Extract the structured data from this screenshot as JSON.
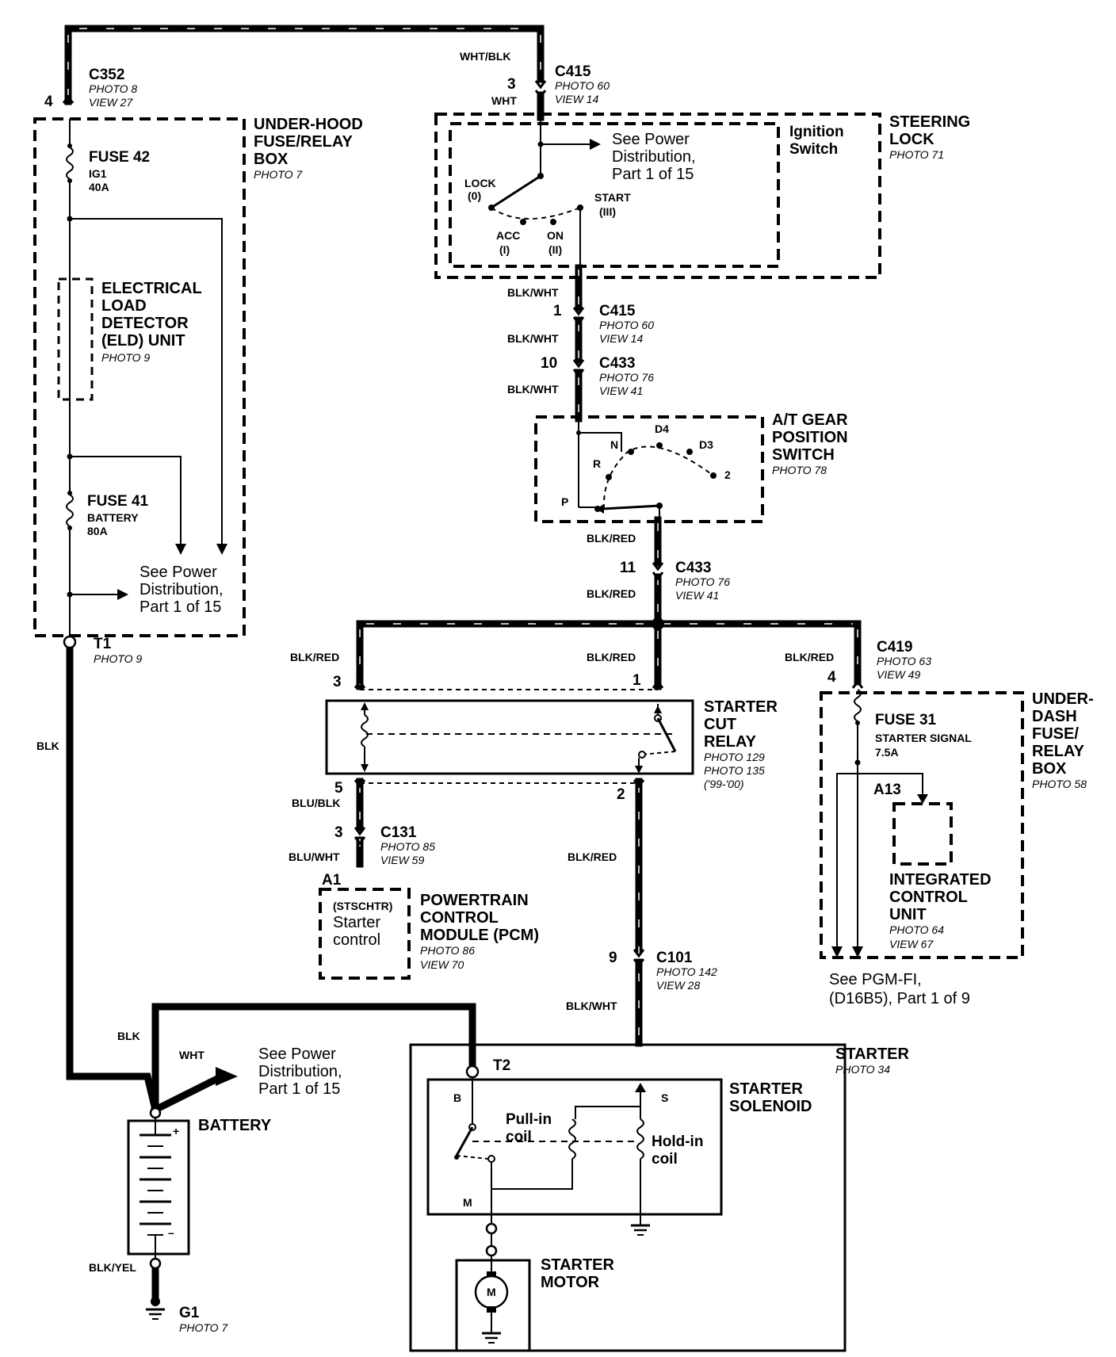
{
  "labels": {
    "c352": "C352",
    "c352_photo": "PHOTO 8",
    "c352_view": "VIEW 27",
    "c352_pin": "4",
    "uhfrb_1": "UNDER-HOOD",
    "uhfrb_2": "FUSE/RELAY",
    "uhfrb_3": "BOX",
    "uhfrb_photo": "PHOTO 7",
    "fuse42": "FUSE 42",
    "fuse42_a": "IG1",
    "fuse42_b": "40A",
    "eld_1": "ELECTRICAL",
    "eld_2": "LOAD",
    "eld_3": "DETECTOR",
    "eld_4": "(ELD) UNIT",
    "eld_photo": "PHOTO 9",
    "fuse41": "FUSE 41",
    "fuse41_a": "BATTERY",
    "fuse41_b": "80A",
    "spd1_1": "See Power",
    "spd1_2": "Distribution,",
    "spd1_3": "Part 1 of 15",
    "t1": "T1",
    "t1_photo": "PHOTO 9",
    "blk": "BLK",
    "wht_blk": "WHT/BLK",
    "c415a": "C415",
    "c415a_photo": "PHOTO 60",
    "c415a_view": "VIEW 14",
    "c415a_pin": "3",
    "wht": "WHT",
    "spd2_1": "See Power",
    "spd2_2": "Distribution,",
    "spd2_3": "Part 1 of 15",
    "ign_1": "Ignition",
    "ign_2": "Switch",
    "steer_1": "STEERING",
    "steer_2": "LOCK",
    "steer_photo": "PHOTO 71",
    "lock_1": "LOCK",
    "lock_2": "(0)",
    "start_1": "START",
    "start_2": "(III)",
    "acc_1": "ACC",
    "acc_2": "(I)",
    "on_1": "ON",
    "on_2": "(II)",
    "blk_wht": "BLK/WHT",
    "c415b": "C415",
    "c415b_photo": "PHOTO 60",
    "c415b_view": "VIEW 14",
    "c415b_pin": "1",
    "c433a": "C433",
    "c433a_photo": "PHOTO 76",
    "c433a_view": "VIEW 41",
    "c433a_pin": "10",
    "at_1": "A/T GEAR",
    "at_2": "POSITION",
    "at_3": "SWITCH",
    "at_photo": "PHOTO 78",
    "pos_n": "N",
    "pos_d4": "D4",
    "pos_d3": "D3",
    "pos_r": "R",
    "pos_2": "2",
    "pos_p": "P",
    "blk_red": "BLK/RED",
    "c433b": "C433",
    "c433b_photo": "PHOTO 76",
    "c433b_view": "VIEW 41",
    "c433b_pin": "11",
    "c419": "C419",
    "c419_photo": "PHOTO 63",
    "c419_view": "VIEW 49",
    "c419_pin": "4",
    "scr_1": "STARTER",
    "scr_2": "CUT",
    "scr_3": "RELAY",
    "scr_p1": "PHOTO 129",
    "scr_p2": "PHOTO 135",
    "scr_p3": "('99-'00)",
    "pin3": "3",
    "pin1": "1",
    "pin5": "5",
    "pin2": "2",
    "udfrb_1": "UNDER-",
    "udfrb_2": "DASH",
    "udfrb_3": "FUSE/",
    "udfrb_4": "RELAY",
    "udfrb_5": "BOX",
    "udfrb_photo": "PHOTO 58",
    "fuse31": "FUSE 31",
    "fuse31_a": "STARTER SIGNAL",
    "fuse31_b": "7.5A",
    "a13": "A13",
    "icu_1": "INTEGRATED",
    "icu_2": "CONTROL",
    "icu_3": "UNIT",
    "icu_photo": "PHOTO 64",
    "icu_view": "VIEW 67",
    "pgm_1": "See PGM-FI,",
    "pgm_2": "(D16B5), Part 1 of 9",
    "blu_blk": "BLU/BLK",
    "c131": "C131",
    "c131_photo": "PHOTO 85",
    "c131_view": "VIEW 59",
    "c131_pin": "3",
    "blu_wht": "BLU/WHT",
    "a1": "A1",
    "stschtr": "(STSCHTR)",
    "starter": "Starter",
    "control": "control",
    "pcm_1": "POWERTRAIN",
    "pcm_2": "CONTROL",
    "pcm_3": "MODULE (PCM)",
    "pcm_photo": "PHOTO 86",
    "pcm_view": "VIEW 70",
    "c101": "C101",
    "c101_photo": "PHOTO 142",
    "c101_view": "VIEW 28",
    "c101_pin": "9",
    "spd3_1": "See Power",
    "spd3_2": "Distribution,",
    "spd3_3": "Part 1 of 15",
    "battery": "BATTERY",
    "plus": "+",
    "minus": "–",
    "blk_yel": "BLK/YEL",
    "g1": "G1",
    "g1_photo": "PHOTO 7",
    "t2": "T2",
    "st_1": "STARTER",
    "st_photo": "PHOTO 34",
    "sol_1": "STARTER",
    "sol_2": "SOLENOID",
    "b": "B",
    "s": "S",
    "m": "M",
    "pull_1": "Pull-in",
    "pull_2": "coil",
    "hold_1": "Hold-in",
    "hold_2": "coil",
    "mot_1": "STARTER",
    "mot_2": "MOTOR",
    "motor_m": "M"
  }
}
